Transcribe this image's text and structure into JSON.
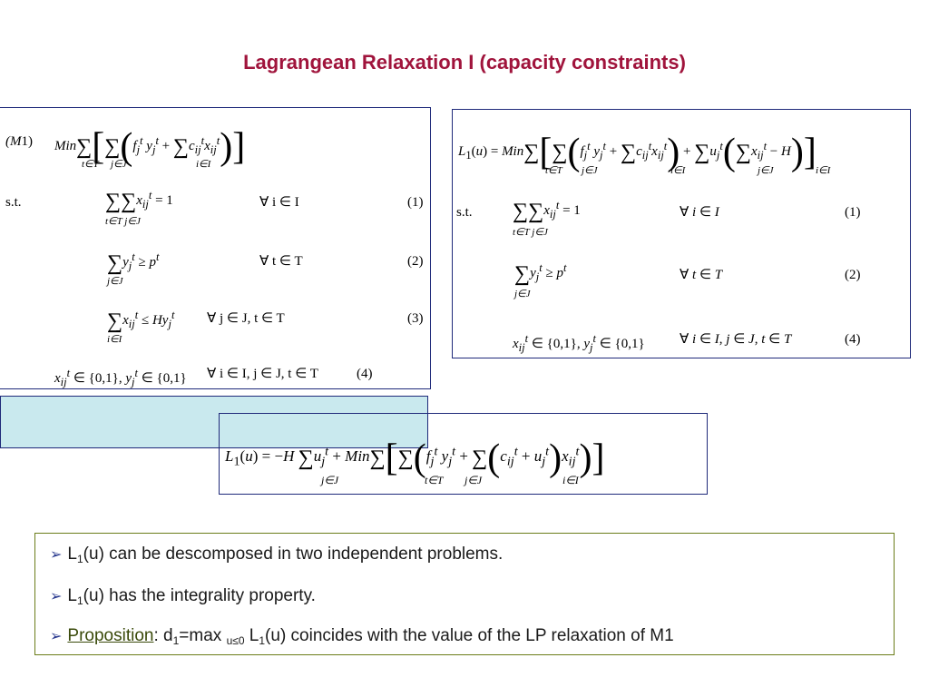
{
  "title": "Lagrangean Relaxation I (capacity constraints)",
  "model_box": {
    "label": "(M1)",
    "objective": "Min",
    "st": "s.t.",
    "c1": {
      "expr": "x_ij^t = 1",
      "forall": "∀ i ∈ I",
      "num": "(1)"
    },
    "c2": {
      "expr": "y_j^t ≥ p^t",
      "forall": "∀ t ∈ T",
      "num": "(2)"
    },
    "c3": {
      "expr": "x_ij^t ≤ H y_j^t",
      "forall": "∀ j ∈ J, t ∈ T",
      "num": "(3)"
    },
    "c4": {
      "expr": "x_ij^t ∈ {0,1}, y_j^t ∈ {0,1}",
      "forall": "∀ i ∈ I, j ∈ J, t ∈ T",
      "num": "(4)"
    }
  },
  "lagrangean_box": {
    "lhs": "L1(u) = Min",
    "st": "s.t.",
    "c1_num": "(1)",
    "c2_num": "(2)",
    "c4_num": "(4)"
  },
  "decomposed_box": {
    "lhs": "L1(u) = −H"
  },
  "bullets": [
    {
      "pre": "L",
      "sub": "1",
      "post": "(u) can be descomposed in two independent problems."
    },
    {
      "pre": "L",
      "sub": "1",
      "post": "(u) has the integrality property."
    },
    {
      "link": "Proposition",
      "rest1": ": d",
      "sub1": "1",
      "rest2": "=max ",
      "sub2": "u≤0",
      "rest3": " L",
      "sub3": "1",
      "rest4": "(u) coincides with the value of the LP relaxation of M1"
    }
  ]
}
